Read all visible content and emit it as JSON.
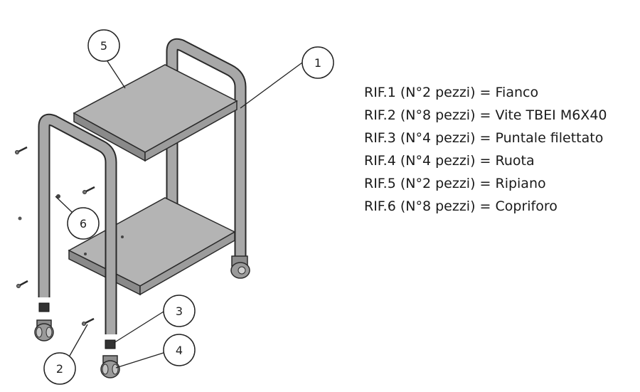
{
  "callouts": [
    {
      "label": "1"
    },
    {
      "label": "2"
    },
    {
      "label": "3"
    },
    {
      "label": "4"
    },
    {
      "label": "5"
    },
    {
      "label": "6"
    }
  ],
  "parts": [
    {
      "text": "RIF.1 (N°2 pezzi) = Fianco"
    },
    {
      "text": "RIF.2 (N°8 pezzi) = Vite TBEI M6X40"
    },
    {
      "text": "RIF.3 (N°4 pezzi) = Puntale filettato"
    },
    {
      "text": "RIF.4 (N°4 pezzi) = Ruota"
    },
    {
      "text": "RIF.5 (N°2 pezzi) = Ripiano"
    },
    {
      "text": "RIF.6 (N°8 pezzi) = Copriforo"
    }
  ],
  "colors": {
    "shelf_top": "#b4b4b4",
    "shelf_edge": "#8a8a8a",
    "tube": "#a8a8a8",
    "outline": "#2a2a2a",
    "wheel": "#9a9a9a"
  }
}
